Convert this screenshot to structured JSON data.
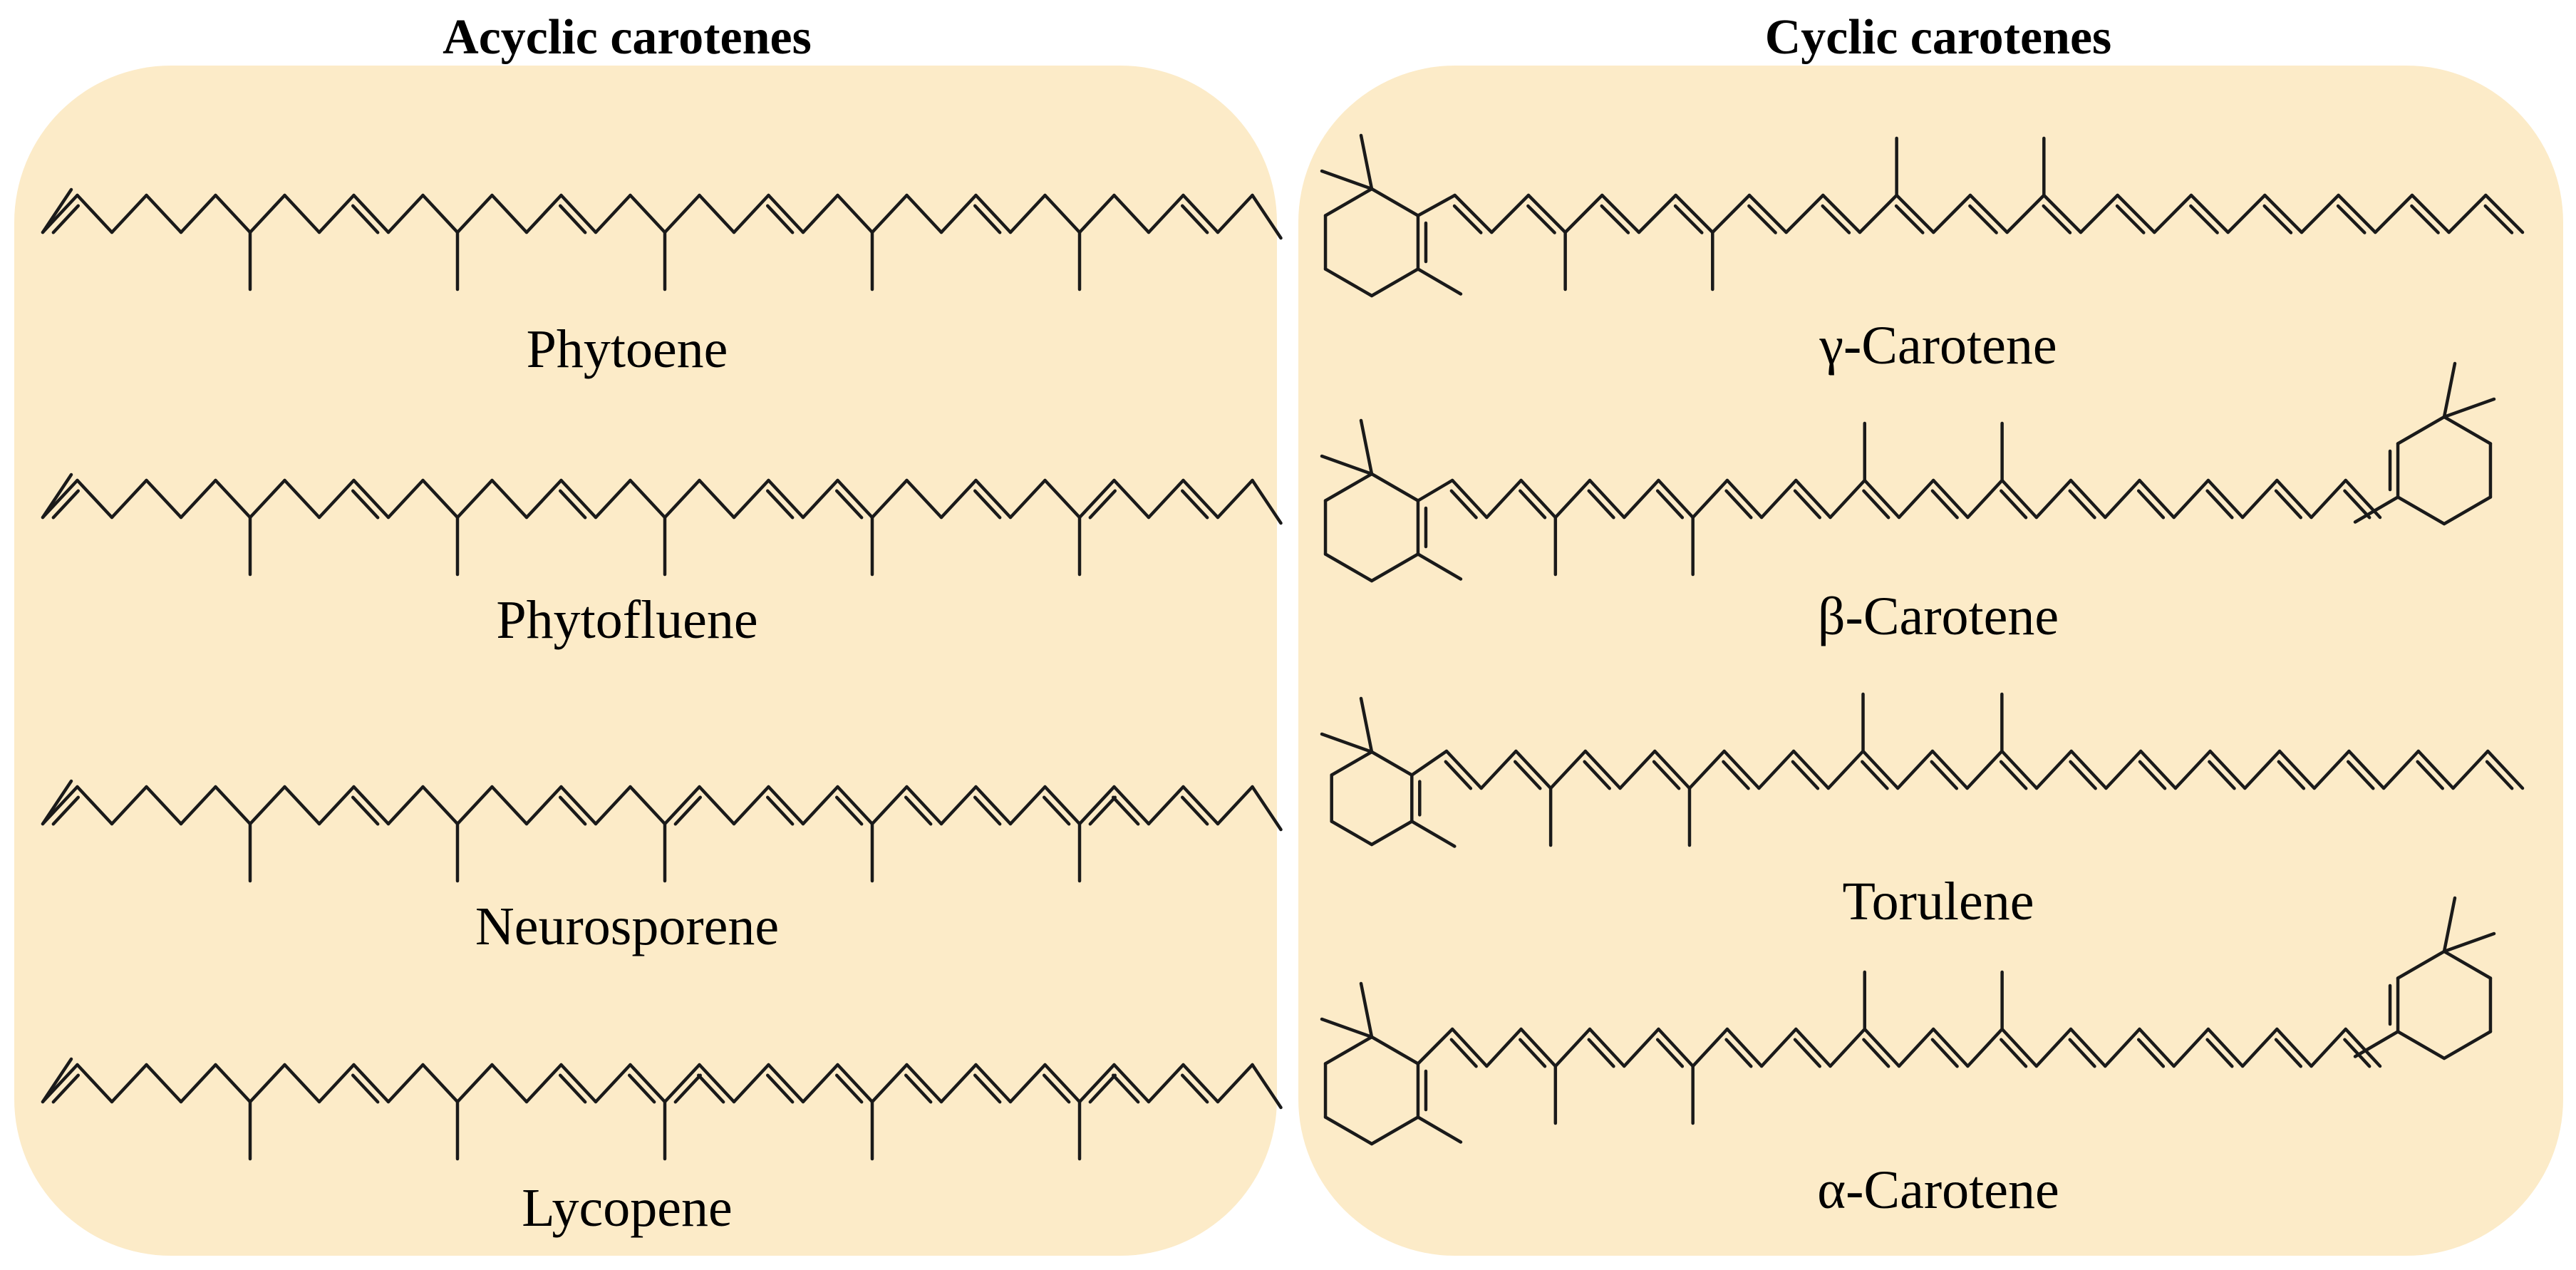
{
  "panels": {
    "acyclic": {
      "title": "Acyclic carotenes",
      "molecules": [
        {
          "name": "Phytoene",
          "structure": "acyclic-chain-3-conjugated-double-bonds"
        },
        {
          "name": "Phytofluene",
          "structure": "acyclic-chain-5-conjugated-double-bonds"
        },
        {
          "name": "Neurosporene",
          "structure": "acyclic-chain-9-conjugated-double-bonds"
        },
        {
          "name": "Lycopene",
          "structure": "acyclic-chain-11-conjugated-double-bonds"
        }
      ]
    },
    "cyclic": {
      "title": "Cyclic carotenes",
      "molecules": [
        {
          "name": "γ-Carotene",
          "structure": "one-beta-ring-chain"
        },
        {
          "name": "β-Carotene",
          "structure": "two-beta-rings-chain"
        },
        {
          "name": "Torulene",
          "structure": "one-beta-ring-extended-chain"
        },
        {
          "name": "α-Carotene",
          "structure": "beta-ring-and-epsilon-ring-chain"
        }
      ]
    }
  },
  "colors": {
    "panel_fill": "#fcebc8",
    "bond_stroke": "#1a1a1a",
    "text": "#000000"
  }
}
